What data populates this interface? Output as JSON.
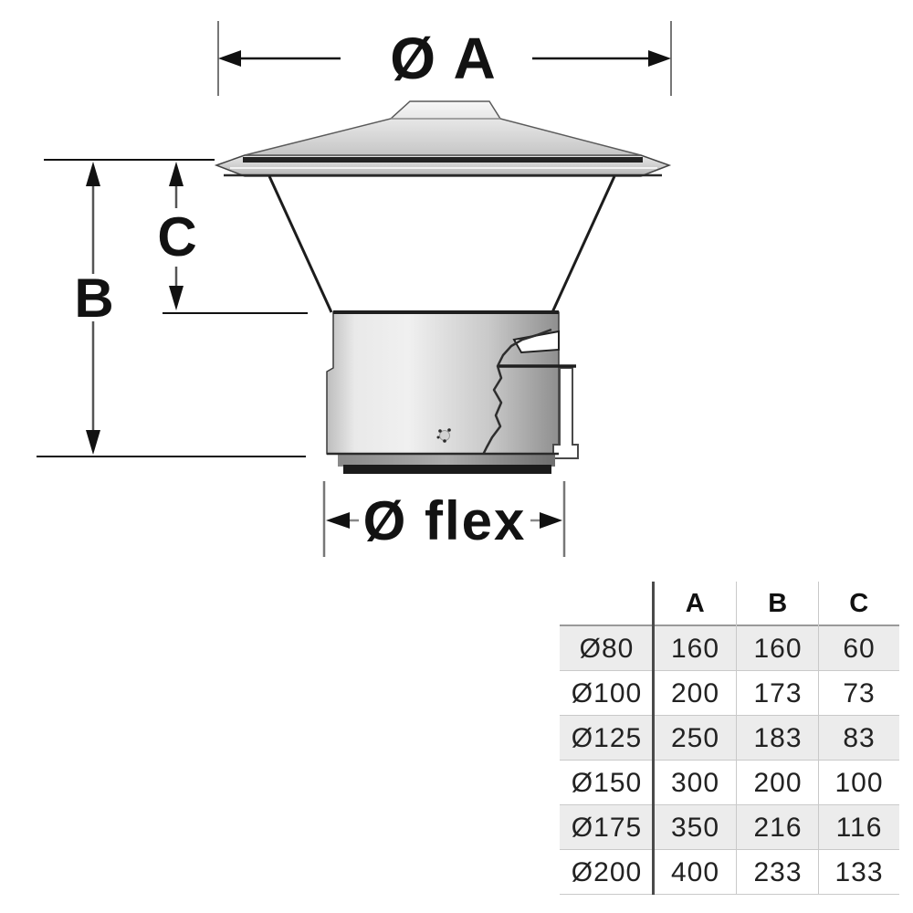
{
  "diagram": {
    "dim_a_label": "Ø A",
    "dim_b_label": "B",
    "dim_c_label": "C",
    "dim_flex_label": "Ø flex"
  },
  "table": {
    "headers": {
      "a": "A",
      "b": "B",
      "c": "C"
    },
    "rows": [
      {
        "size": "Ø80",
        "a": "160",
        "b": "160",
        "c": "60"
      },
      {
        "size": "Ø100",
        "a": "200",
        "b": "173",
        "c": "73"
      },
      {
        "size": "Ø125",
        "a": "250",
        "b": "183",
        "c": "83"
      },
      {
        "size": "Ø150",
        "a": "300",
        "b": "200",
        "c": "100"
      },
      {
        "size": "Ø175",
        "a": "350",
        "b": "216",
        "c": "116"
      },
      {
        "size": "Ø200",
        "a": "400",
        "b": "233",
        "c": "133"
      }
    ]
  },
  "colors": {
    "ink": "#111111",
    "row_shade": "#ececec",
    "table_dark_line": "#4a4a4a",
    "table_light_line": "#c9c9c9",
    "header_underline": "#9a9a9a",
    "metal_light": "#efefef",
    "metal_dark": "#8f8f8f"
  }
}
